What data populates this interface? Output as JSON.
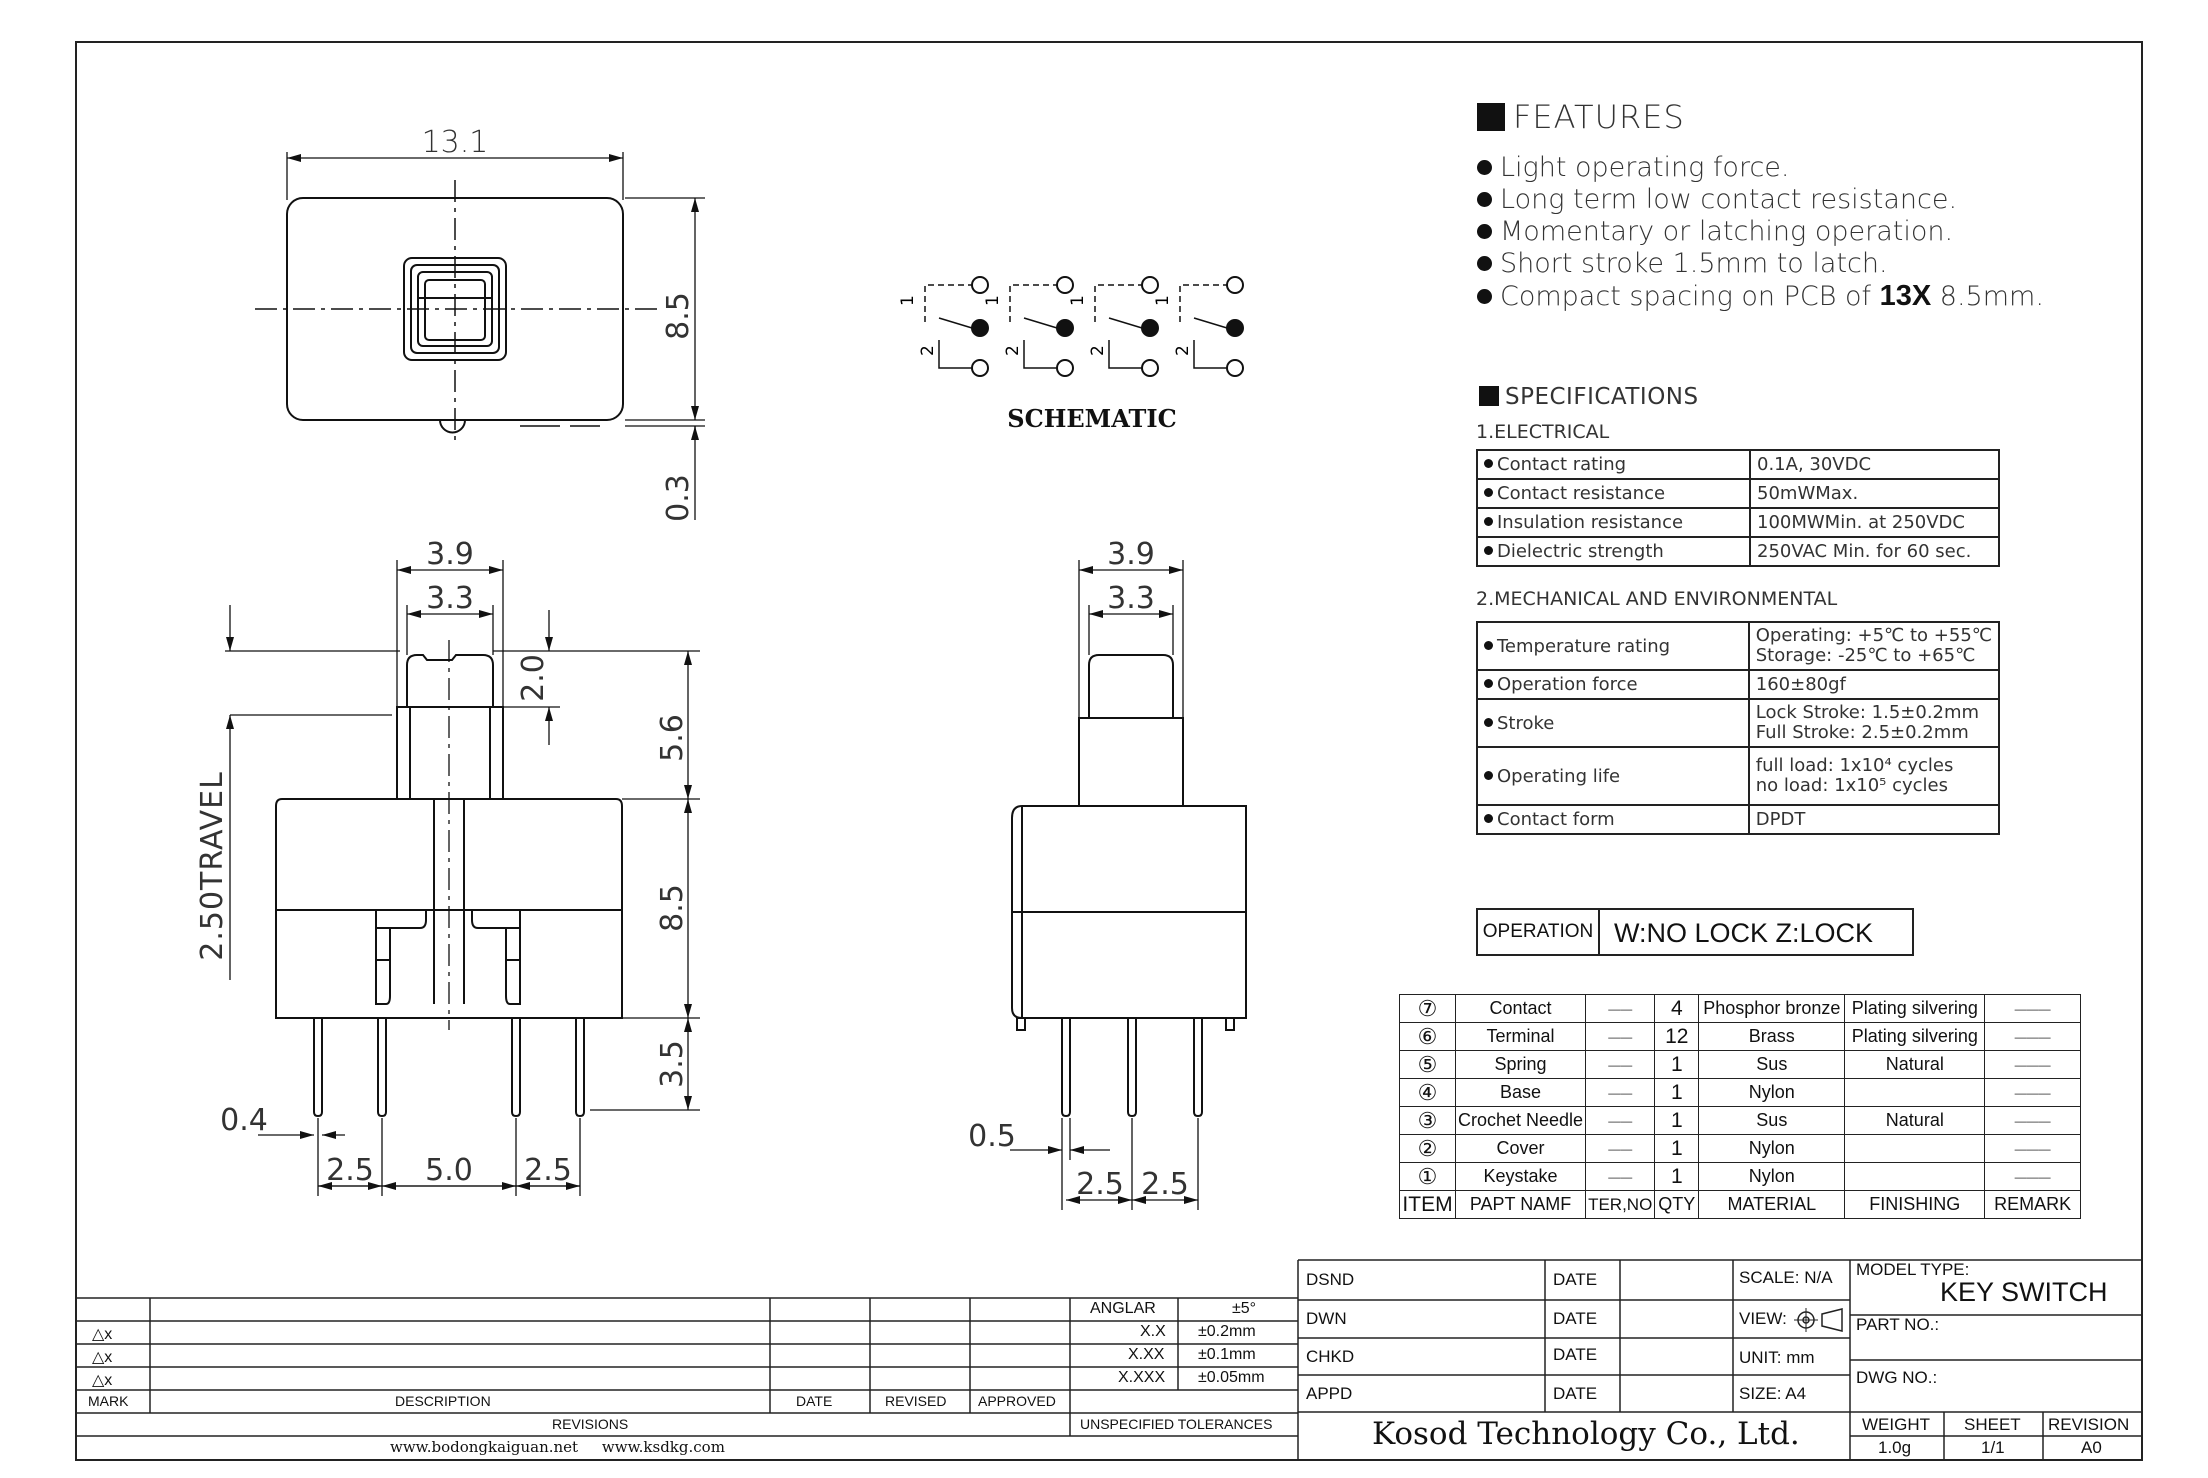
{
  "features": {
    "title": "FEATURES",
    "items": [
      "Light operating force.",
      "Long term low contact resistance.",
      "Momentary or latching operation.",
      "Short stroke 1.5mm to latch."
    ],
    "compact_prefix": "Compact spacing on PCB of",
    "compact_bold": "13X",
    "compact_suffix": "8.5mm."
  },
  "specifications": {
    "title": "SPECIFICATIONS",
    "electrical_title": "1.ELECTRICAL",
    "electrical": [
      {
        "name": "Contact rating",
        "value": "0.1A, 30VDC"
      },
      {
        "name": "Contact resistance",
        "value": "50mWMax."
      },
      {
        "name": "Insulation resistance",
        "value": "100MWMin. at 250VDC"
      },
      {
        "name": "Dielectric strength",
        "value": "250VAC Min. for 60 sec."
      }
    ],
    "mechanical_title": "2.MECHANICAL AND ENVIRONMENTAL",
    "mechanical": [
      {
        "name": "Temperature rating",
        "line1": "Operating: +5℃ to +55℃",
        "line2": "Storage: -25℃ to +65℃"
      },
      {
        "name": "Operation force",
        "line1": "160±80gf",
        "line2": ""
      },
      {
        "name": "Stroke",
        "line1": "Lock Stroke: 1.5±0.2mm",
        "line2": "Full Stroke: 2.5±0.2mm"
      },
      {
        "name": "Operating life",
        "line1": "full load: 1x10⁴ cycles",
        "line2": "no load: 1x10⁵ cycles"
      },
      {
        "name": "Contact form",
        "line1": "DPDT",
        "line2": ""
      }
    ]
  },
  "operation": {
    "label": "OPERATION",
    "value": "W:NO LOCK   Z:LOCK"
  },
  "schematic": {
    "label": "SCHEMATIC",
    "pin1": "1",
    "pin2": "2"
  },
  "dimensions": {
    "top_width": "13.1",
    "top_height": "8.5",
    "top_offset": "0.3",
    "front_w1": "3.9",
    "front_w2": "3.3",
    "cap_h": "2.0",
    "stem_h": "5.6",
    "body_h": "8.5",
    "pin_h": "3.5",
    "pin_w": "0.4",
    "pitch_a": "2.5",
    "pitch_b": "5.0",
    "pitch_c": "2.5",
    "travel": "2.50TRAVEL",
    "side_w1": "3.9",
    "side_w2": "3.3",
    "side_pin_w": "0.5",
    "side_pitch_a": "2.5",
    "side_pitch_b": "2.5"
  },
  "bom": {
    "rows": [
      {
        "no": "⑦",
        "part": "Contact",
        "ter": "——",
        "qty": "4",
        "material": "Phosphor bronze",
        "finishing": "Plating silvering",
        "remark": "———"
      },
      {
        "no": "⑥",
        "part": "Terminal",
        "ter": "——",
        "qty": "12",
        "material": "Brass",
        "finishing": "Plating silvering",
        "remark": "———"
      },
      {
        "no": "⑤",
        "part": "Spring",
        "ter": "——",
        "qty": "1",
        "material": "Sus",
        "finishing": "Natural",
        "remark": "———"
      },
      {
        "no": "④",
        "part": "Base",
        "ter": "——",
        "qty": "1",
        "material": "Nylon",
        "finishing": "",
        "remark": "———"
      },
      {
        "no": "③",
        "part": "Crochet Needle",
        "ter": "——",
        "qty": "1",
        "material": "Sus",
        "finishing": "Natural",
        "remark": "———"
      },
      {
        "no": "②",
        "part": "Cover",
        "ter": "——",
        "qty": "1",
        "material": "Nylon",
        "finishing": "",
        "remark": "———"
      },
      {
        "no": "①",
        "part": "Keystake",
        "ter": "——",
        "qty": "1",
        "material": "Nylon",
        "finishing": "",
        "remark": "———"
      }
    ],
    "headers": {
      "item": "ITEM",
      "part": "PAPT NAMF",
      "ter": "TER,NO",
      "qty": "QTY",
      "material": "MATERIAL",
      "finishing": "FINISHING",
      "remark": "REMARK"
    }
  },
  "revisions": {
    "delta_rows": [
      "△x",
      "△x",
      "△x"
    ],
    "mark": "MARK",
    "description": "DESCRIPTION",
    "date": "DATE",
    "revised": "REVISED",
    "approved": "APPROVED",
    "revisions_label": "REVISIONS",
    "websites": "www.bodongkaiguan.net     www.ksdkg.com"
  },
  "tolerances": {
    "rows": [
      {
        "k": "ANGLAR",
        "v": "±5°"
      },
      {
        "k": "X.X",
        "v": "±0.2mm"
      },
      {
        "k": "X.XX",
        "v": "±0.1mm"
      },
      {
        "k": "X.XXX",
        "v": "±0.05mm"
      }
    ],
    "label": "UNSPECIFIED TOLERANCES"
  },
  "title_block": {
    "dsnd": "DSND",
    "dwn": "DWN",
    "chkd": "CHKD",
    "appd": "APPD",
    "date": "DATE",
    "scale": "SCALE: N/A",
    "view": "VIEW:",
    "unit": "UNIT: mm",
    "size": "SIZE: A4",
    "model_type_label": "MODEL TYPE:",
    "model_type": "KEY SWITCH",
    "part_no": "PART NO.:",
    "dwg_no": "DWG NO.:",
    "weight_label": "WEIGHT",
    "weight": "1.0g",
    "sheet_label": "SHEET",
    "sheet": "1/1",
    "revision_label": "REVISION",
    "revision": "A0",
    "company": "Kosod Technology Co., Ltd."
  }
}
